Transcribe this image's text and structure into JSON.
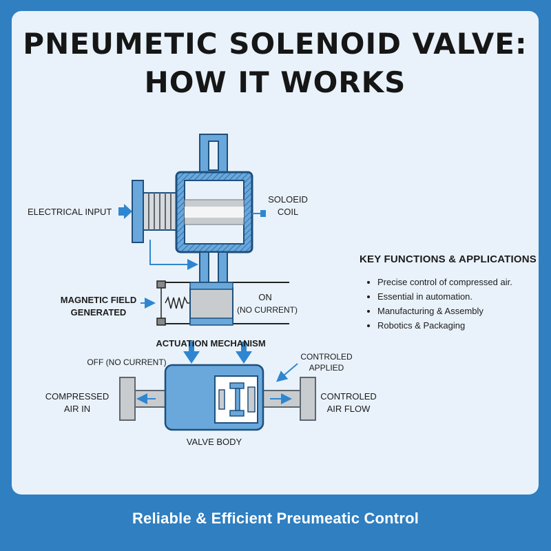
{
  "title": {
    "line1": "PNEUMETIC SOLENOID VALVE:",
    "line2": "HOW IT WORKS"
  },
  "labels": {
    "electrical_input": "ELECTRICAL INPUT",
    "solenoid_coil_1": "SOLOEID",
    "solenoid_coil_2": "COIL",
    "magnetic_field_1": "MAGNETIC FIELD",
    "magnetic_field_2": "GENERATED",
    "on_state": "ON",
    "on_state_sub": "(NO CURRENT)",
    "actuation": "ACTUATION MECHANISM",
    "off_state": "OFF (NO CURRENT)",
    "controlled_applied_1": "CONTROLED",
    "controlled_applied_2": "APPLIED",
    "compressed_air_1": "COMPRESSED",
    "compressed_air_2": "AIR IN",
    "controlled_flow_1": "CONTROLED",
    "controlled_flow_2": "AIR FLOW",
    "valve_body": "VALVE BODY"
  },
  "key_functions": {
    "heading": "KEY FUNCTIONS & APPLICATIONS",
    "items": [
      "Precise control of compressed air.",
      "Essential in automation.",
      "Manufacturing & Assembly",
      "Robotics & Packaging"
    ]
  },
  "footer": "Reliable & Efficient Preumeatic Control",
  "colors": {
    "frame": "#2f7fc1",
    "panel": "#e9f2fa",
    "blue_part": "#6aa8dc",
    "blue_stroke": "#1d4f7d",
    "gray_part": "#c9cccf",
    "arrow": "#2f86d0"
  }
}
